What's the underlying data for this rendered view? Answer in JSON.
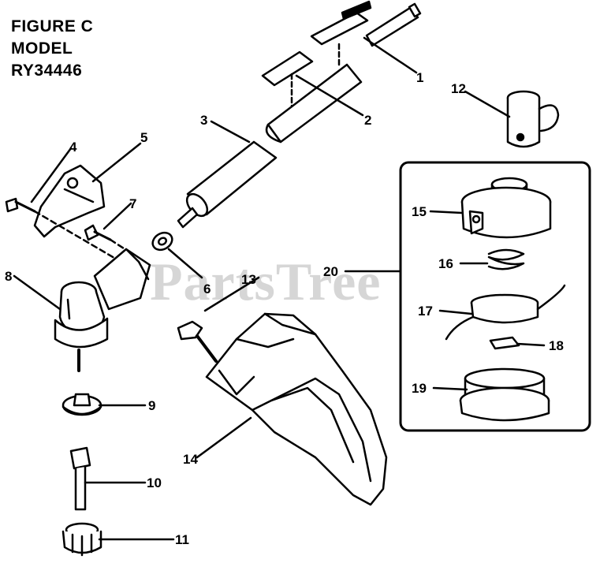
{
  "header": {
    "line1": "FIGURE C",
    "line2": "MODEL",
    "line3": "RY34446"
  },
  "watermark": "PartsTree",
  "callouts": [
    "1",
    "2",
    "3",
    "4",
    "5",
    "6",
    "7",
    "8",
    "9",
    "10",
    "11",
    "12",
    "13",
    "14",
    "15",
    "16",
    "17",
    "18",
    "19",
    "20"
  ],
  "colors": {
    "ink": "#000000",
    "paper": "#ffffff",
    "watermark": "#d6d6d6"
  }
}
